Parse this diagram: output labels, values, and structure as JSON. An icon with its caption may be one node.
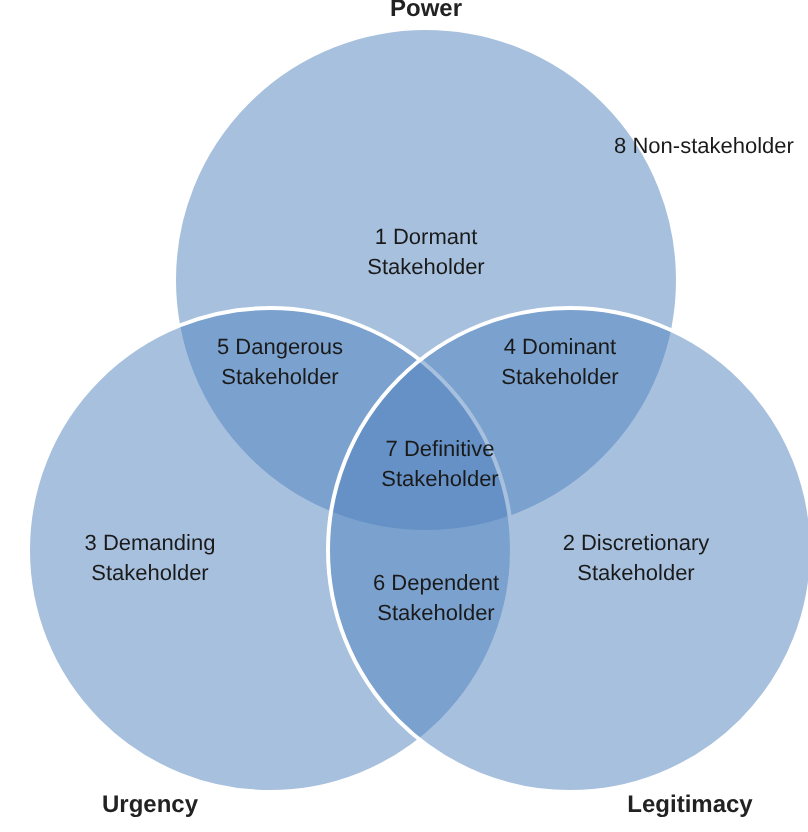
{
  "diagram": {
    "nodes": [
      {
        "text": [
          "Power"
        ]
      },
      {
        "text": [
          "Urgency"
        ]
      },
      {
        "text": [
          "Legitimacy"
        ]
      }
    ],
    "labels": [
      "8 Non-stakeholder",
      "1 Dormant Stakeholder",
      "5 Dangerous Stakeholder",
      "4 Dominant Stakeholder",
      "7 Definitive Stakeholder",
      "3 Demanding Stakeholder",
      "6 Dependent Stakeholder",
      "2 Discretionary Stakeholder"
    ]
  }
}
